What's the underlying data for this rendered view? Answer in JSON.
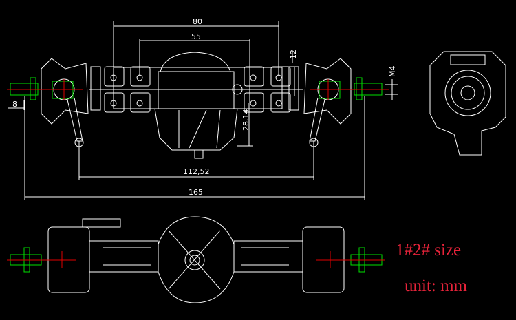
{
  "drawing": {
    "dimensions": {
      "d80": "80",
      "d55": "55",
      "d12": "12",
      "m4": "M4",
      "d8": "8",
      "d28_14": "28,14",
      "d112_52": "112,52",
      "d165": "165"
    },
    "notes": {
      "size": "1#2# size",
      "unit": "unit: mm"
    },
    "colors": {
      "outline": "#ffffff",
      "highlight": "#00e000",
      "centerline": "#e00000",
      "note": "#e8233a"
    }
  }
}
